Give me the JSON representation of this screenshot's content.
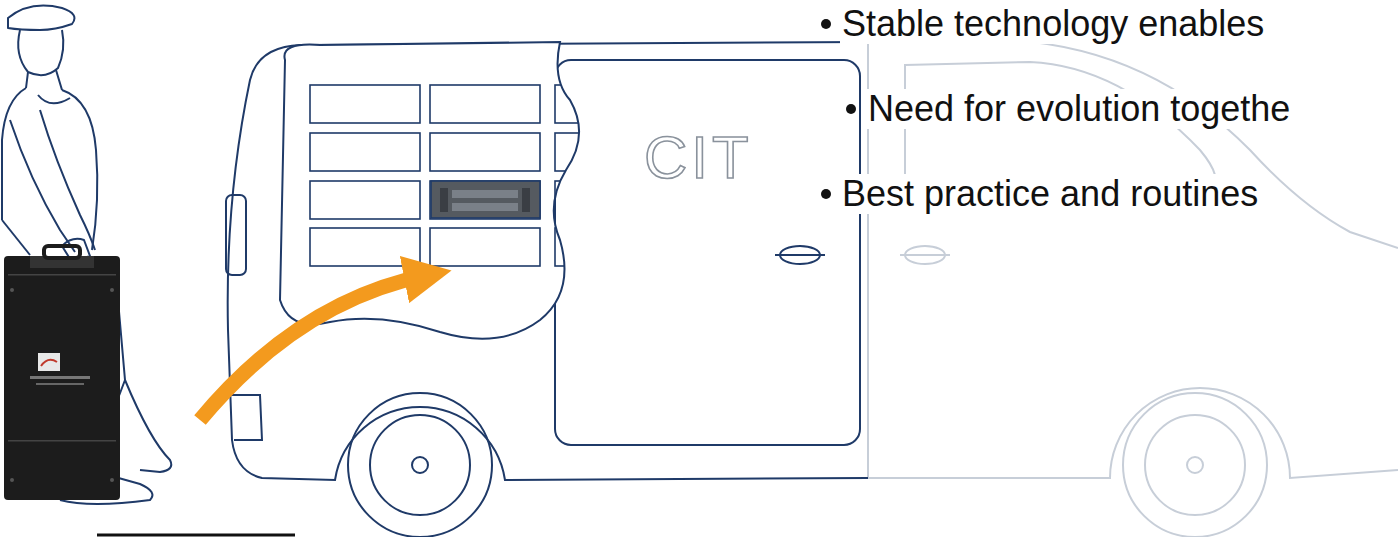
{
  "diagram": {
    "labels": [
      "Stable technology enables",
      "Need for evolution togethe",
      "Best practice and routines",
      "CIT"
    ]
  }
}
